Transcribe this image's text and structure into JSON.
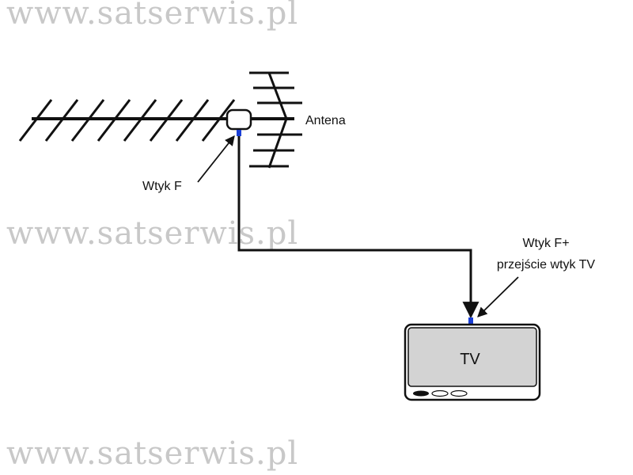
{
  "watermark": "www.satserwis.pl",
  "labels": {
    "antenna": "Antena",
    "f_plug": "Wtyk F",
    "f_plus_line1": "Wtyk F+",
    "f_plus_line2": "przejście wtyk TV",
    "tv": "TV"
  },
  "colors": {
    "line": "#111111",
    "connector": "#1a3fd6",
    "tv_screen": "#d3d3d3",
    "watermark": "#c8c8c8"
  }
}
